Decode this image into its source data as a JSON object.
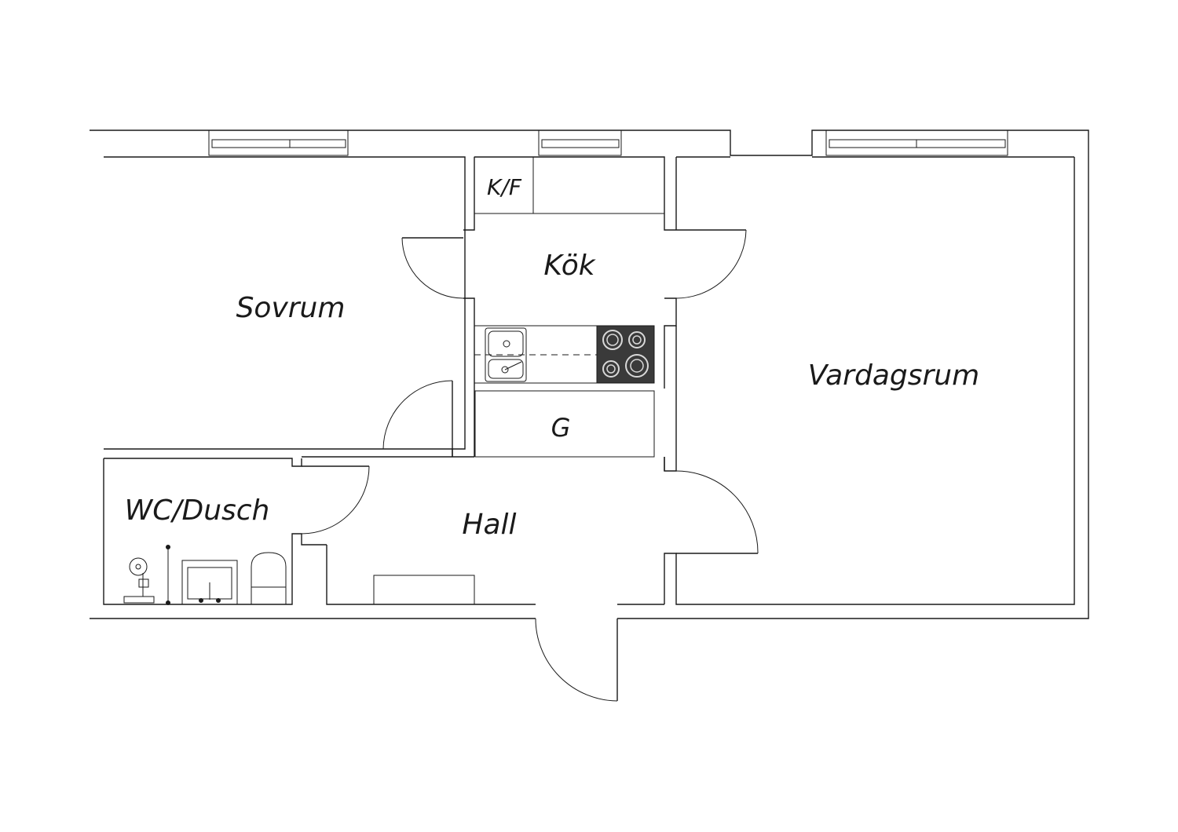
{
  "rooms": {
    "sovrum": "Sovrum",
    "kok": "Kök",
    "kf": "K/F",
    "vardagsrum": "Vardagsrum",
    "g": "G",
    "wc_dusch": "WC/Dusch",
    "hall": "Hall"
  },
  "colors": {
    "line": "#1a1a1a",
    "stove": "#3a3a3a",
    "background": "#ffffff"
  }
}
